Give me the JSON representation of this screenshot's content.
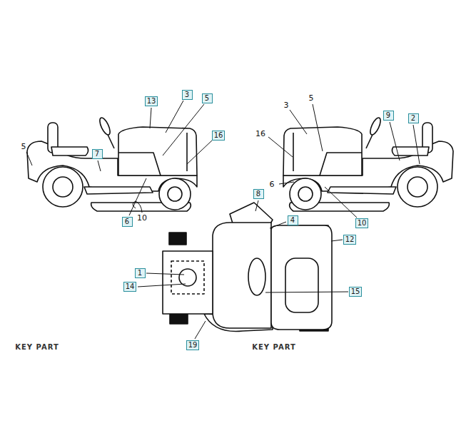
{
  "diagram": {
    "nodes": [
      {
        "text": [
          "3"
        ]
      },
      {
        "text": [
          "5"
        ]
      },
      {
        "text": [
          "13"
        ]
      },
      {
        "text": [
          "9"
        ]
      },
      {
        "text": [
          "2"
        ]
      },
      {
        "text": [
          "16"
        ]
      },
      {
        "text": [
          "7"
        ]
      },
      {
        "text": [
          "8"
        ]
      },
      {
        "text": [
          "4"
        ]
      },
      {
        "text": [
          "6"
        ]
      },
      {
        "text": [
          "10"
        ]
      },
      {
        "text": [
          "12"
        ]
      },
      {
        "text": [
          "1"
        ]
      },
      {
        "text": [
          "14"
        ]
      },
      {
        "text": [
          "15"
        ]
      },
      {
        "text": [
          "19"
        ]
      }
    ],
    "labels": [
      "5",
      "3",
      "16",
      "5",
      "6",
      "10",
      "KEY PART",
      "KEY PART"
    ]
  }
}
